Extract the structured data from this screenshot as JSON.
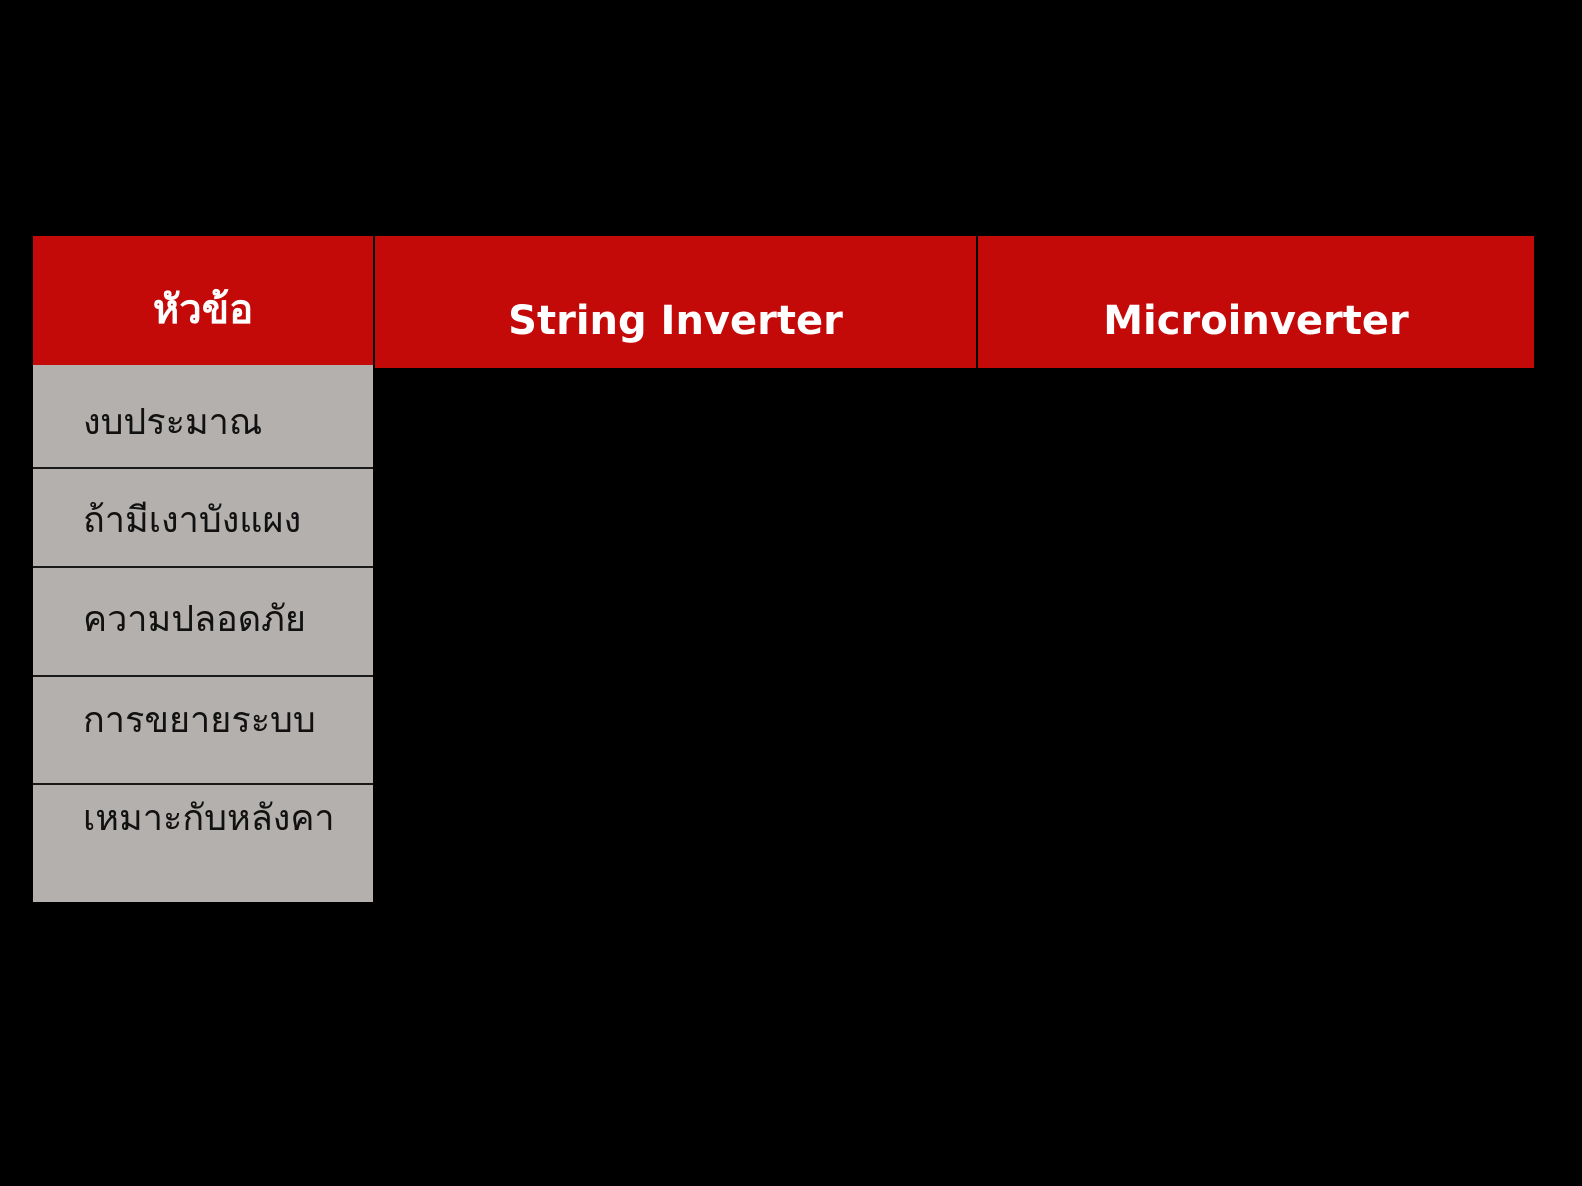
{
  "table": {
    "header_color": "#c40a09",
    "row_label_bg": "#b3b0ae",
    "columns": [
      {
        "label": "หัวข้อ"
      },
      {
        "label": "String Inverter"
      },
      {
        "label": "Microinverter"
      }
    ],
    "rows": [
      {
        "label": "งบประมาณ",
        "string_inverter": "",
        "microinverter": ""
      },
      {
        "label": "ถ้ามีเงาบังแผง",
        "string_inverter": "",
        "microinverter": ""
      },
      {
        "label": "ความปลอดภัย",
        "string_inverter": "",
        "microinverter": ""
      },
      {
        "label": "การขยายระบบ",
        "string_inverter": "",
        "microinverter": ""
      },
      {
        "label": "เหมาะกับหลังคา",
        "string_inverter": "",
        "microinverter": ""
      }
    ]
  }
}
